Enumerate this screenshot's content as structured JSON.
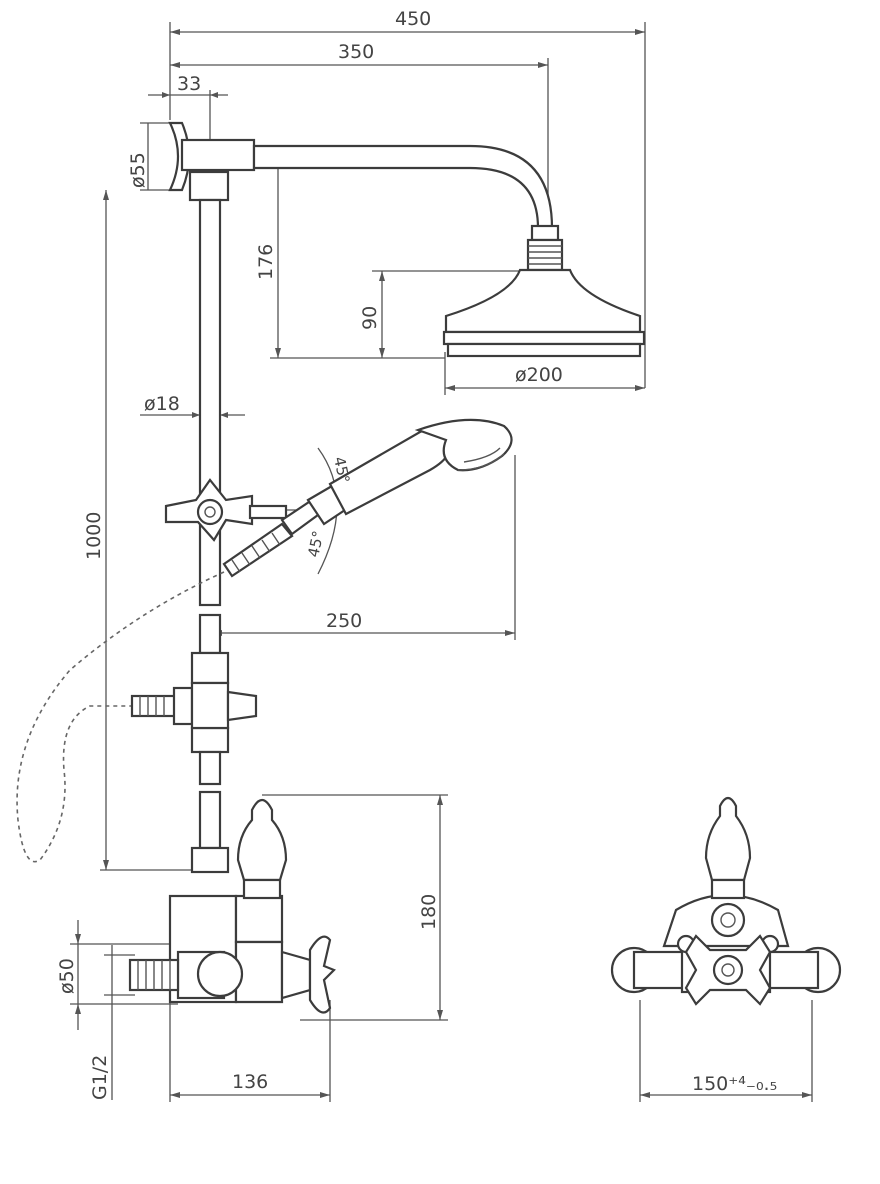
{
  "dimensions": {
    "overall_width": "450",
    "arm_reach": "350",
    "wall_offset": "33",
    "wall_flange": "ø55",
    "head_drop": "176",
    "head_height": "90",
    "head_diameter": "ø200",
    "rail_diameter": "ø18",
    "rail_height": "1000",
    "handset_tilt_up": "45°",
    "handset_tilt_down": "45°",
    "handset_reach": "250",
    "valve_height": "180",
    "inlet_diameter": "ø50",
    "inlet_thread": "G1/2",
    "valve_depth": "136",
    "inlet_centres": "150⁺⁴₋₀.₅"
  }
}
